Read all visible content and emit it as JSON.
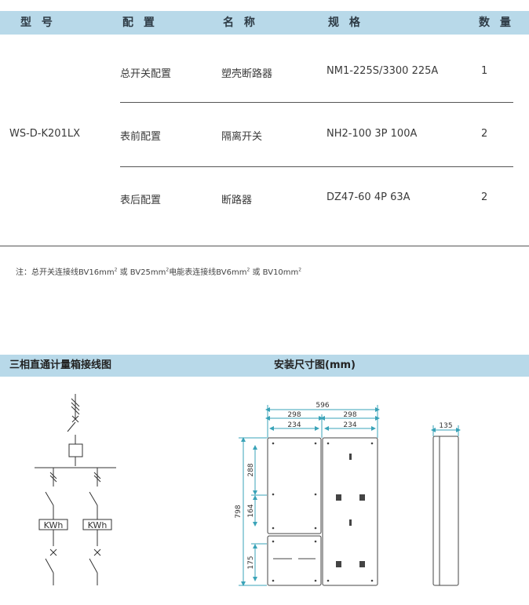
{
  "table": {
    "headers": {
      "model": "型 号",
      "config": "配 置",
      "name": "名 称",
      "spec": "规 格",
      "qty": "数 量"
    },
    "model_value": "WS-D-K201LX",
    "rows": [
      {
        "config": "总开关配置",
        "name": "塑壳断路器",
        "spec": "NM1-225S/3300 225A",
        "qty": "1"
      },
      {
        "config": "表前配置",
        "name": "隔离开关",
        "spec": "NH2-100 3P 100A",
        "qty": "2"
      },
      {
        "config": "表后配置",
        "name": "断路器",
        "spec": "DZ47-60 4P 63A",
        "qty": "2"
      }
    ]
  },
  "note": {
    "prefix": "注：总开关连接线BV16mm",
    "sup1": "2",
    "part2": " 或 BV25mm",
    "sup2": "2",
    "part3": "电能表连接线BV6mm",
    "sup3": "2",
    "part4": " 或 BV10mm",
    "sup4": "2"
  },
  "sections": {
    "wiring_title": "三相直通计量箱接线图",
    "install_title": "安装尺寸图(mm)"
  },
  "wiring_diagram": {
    "meter_label_left": "KWh",
    "meter_label_right": "KWh"
  },
  "dimensions": {
    "total_width": "596",
    "half_width_left": "298",
    "half_width_right": "298",
    "inner_left": "234",
    "inner_right": "234",
    "height": "798",
    "seg_top": "288",
    "seg_mid": "164",
    "seg_bottom": "175",
    "depth": "135"
  },
  "colors": {
    "header_bg": "#b8d9e9",
    "dimension_line": "#3aa3b8"
  }
}
